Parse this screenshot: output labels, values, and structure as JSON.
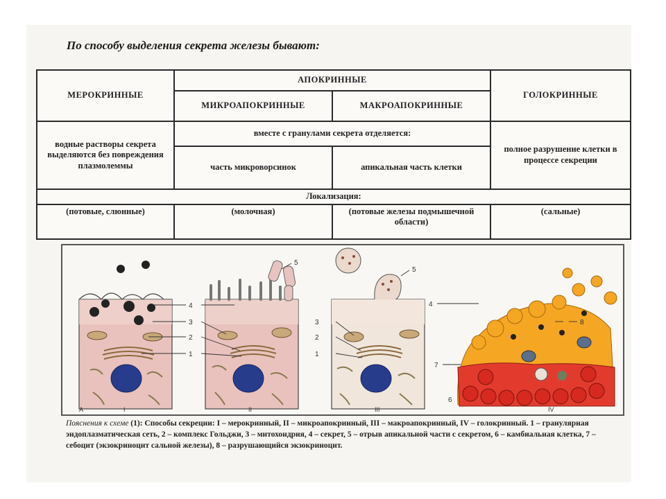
{
  "heading": "По способу выделения секрета железы бывают:",
  "table": {
    "merocrine": "МЕРОКРИННЫЕ",
    "apocrine": "АПОКРИННЫЕ",
    "microapocrine": "МИКРОАПОКРИННЫЕ",
    "macroapocrine": "МАКРОАПОКРИННЫЕ",
    "holocrine": "ГОЛОКРИННЫЕ",
    "merocrine_desc": "водные растворы секрета выделяются без повреждения плазмолеммы",
    "apocrine_desc": "вместе с гранулами секрета отделяется:",
    "micro_desc": "часть микроворсинок",
    "macro_desc": "апикальная часть клетки",
    "holocrine_desc": "полное разрушение клетки в процессе секреции",
    "localization": "Локализация:",
    "loc_merocrine": "(потовые, слюнные)",
    "loc_micro": "(молочная)",
    "loc_macro": "(потовые железы подмышечной области)",
    "loc_holocrine": "(сальные)"
  },
  "figure": {
    "label_a": "А",
    "roman": [
      "I",
      "II",
      "III",
      "IV"
    ],
    "numbers": [
      "1",
      "2",
      "3",
      "4",
      "5",
      "6",
      "7",
      "8"
    ]
  },
  "caption": {
    "title": "Пояснения к схеме",
    "body": "(1): Способы секреции: I – мерокринный, II – микроапокринный, III – макроапокринный, IV – голокринный. 1 – гранулярная эндоплазматическая сеть, 2 – комплекс Гольджи, 3 – митохондрия, 4 – секрет, 5 – отрыв апикальной части с секретом, 6 – камбиальная клетка, 7 – себоцит (экзокриноцит сальной железы), 8 – разрушающийся экзокриноцит."
  }
}
